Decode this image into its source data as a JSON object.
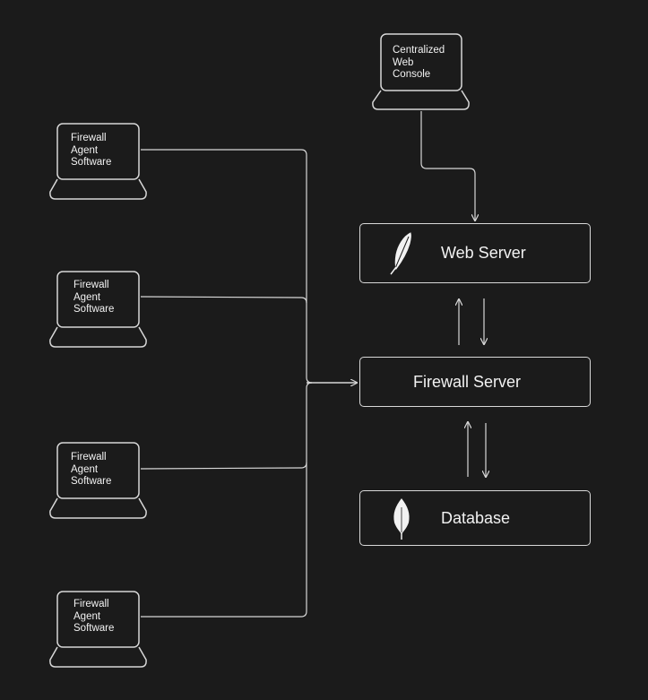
{
  "diagram": {
    "console": {
      "label": "Centralized\nWeb\nConsole"
    },
    "agents": [
      {
        "label": "Firewall\nAgent\nSoftware"
      },
      {
        "label": "Firewall\nAgent\nSoftware"
      },
      {
        "label": "Firewall\nAgent\nSoftware"
      },
      {
        "label": "Firewall\nAgent\nSoftware"
      }
    ],
    "web_server": {
      "label": "Web Server",
      "icon": "feather-icon"
    },
    "firewall_server": {
      "label": "Firewall Server"
    },
    "database": {
      "label": "Database",
      "icon": "leaf-icon"
    }
  },
  "colors": {
    "background": "#1b1b1b",
    "stroke": "#d8d8d8",
    "text": "#f2f2f2"
  }
}
